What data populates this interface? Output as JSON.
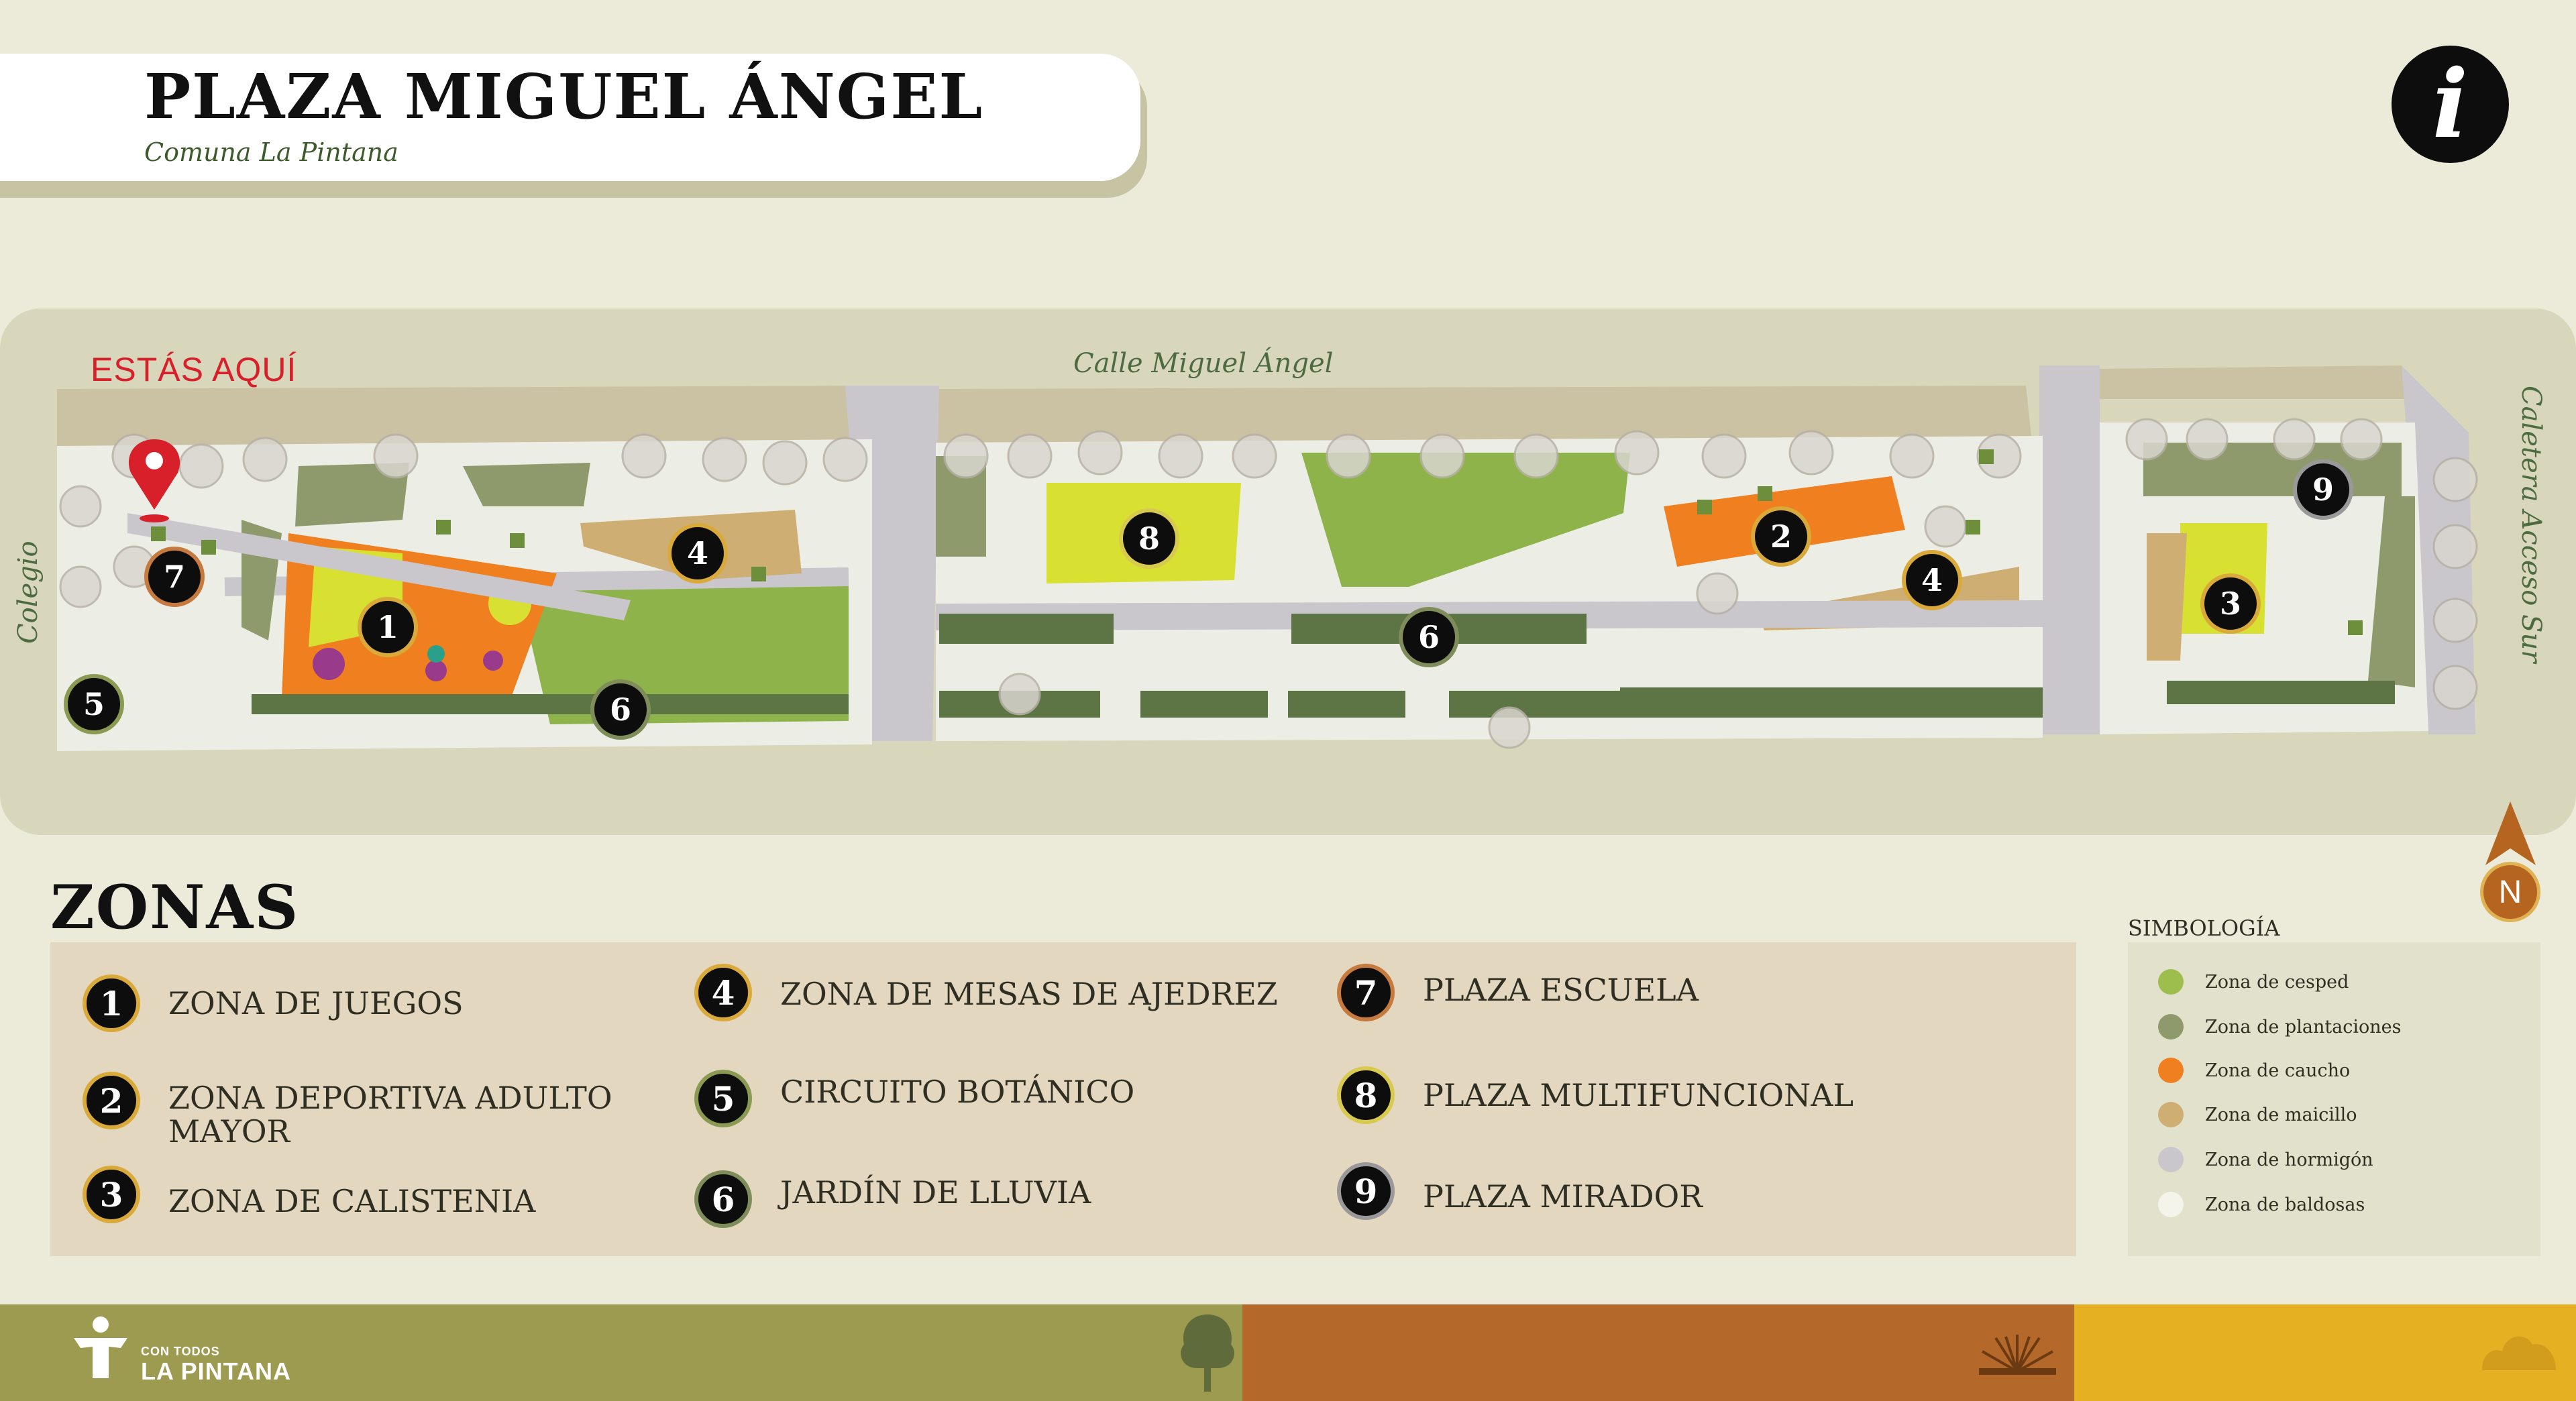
{
  "header": {
    "title": "PLAZA MIGUEL ÁNGEL",
    "subtitle": "Comuna La Pintana"
  },
  "map": {
    "you_are_here": "ESTÁS AQUÍ",
    "streets": {
      "north": "Calle Miguel Ángel",
      "east": "Caletera Acceso Sur",
      "west": "Colegio"
    },
    "badges": [
      "1",
      "2",
      "3",
      "4",
      "4",
      "5",
      "6",
      "6",
      "7",
      "8",
      "9"
    ]
  },
  "compass": {
    "label": "N"
  },
  "zonas": {
    "title": "ZONAS",
    "items": [
      {
        "num": "1",
        "label": "ZONA DE JUEGOS"
      },
      {
        "num": "2",
        "label": "ZONA DEPORTIVA ADULTO MAYOR"
      },
      {
        "num": "3",
        "label": "ZONA DE CALISTENIA"
      },
      {
        "num": "4",
        "label": "ZONA DE MESAS DE AJEDREZ"
      },
      {
        "num": "5",
        "label": "CIRCUITO BOTÁNICO"
      },
      {
        "num": "6",
        "label": "JARDÍN DE LLUVIA"
      },
      {
        "num": "7",
        "label": "PLAZA ESCUELA"
      },
      {
        "num": "8",
        "label": "PLAZA MULTIFUNCIONAL"
      },
      {
        "num": "9",
        "label": "PLAZA MIRADOR"
      }
    ]
  },
  "legend": {
    "title": "SIMBOLOGÍA",
    "items": [
      {
        "label": "Zona de cesped",
        "color": "#9dbd4c"
      },
      {
        "label": "Zona de plantaciones",
        "color": "#8e9a6c"
      },
      {
        "label": "Zona de caucho",
        "color": "#f07f1f"
      },
      {
        "label": "Zona de maicillo",
        "color": "#cfae73"
      },
      {
        "label": "Zona de hormigón",
        "color": "#cac7cc"
      },
      {
        "label": "Zona de baldosas",
        "color": "#f4f4ea"
      }
    ]
  },
  "footer": {
    "brand_small": "CON TODOS",
    "brand": "LA PINTANA"
  }
}
